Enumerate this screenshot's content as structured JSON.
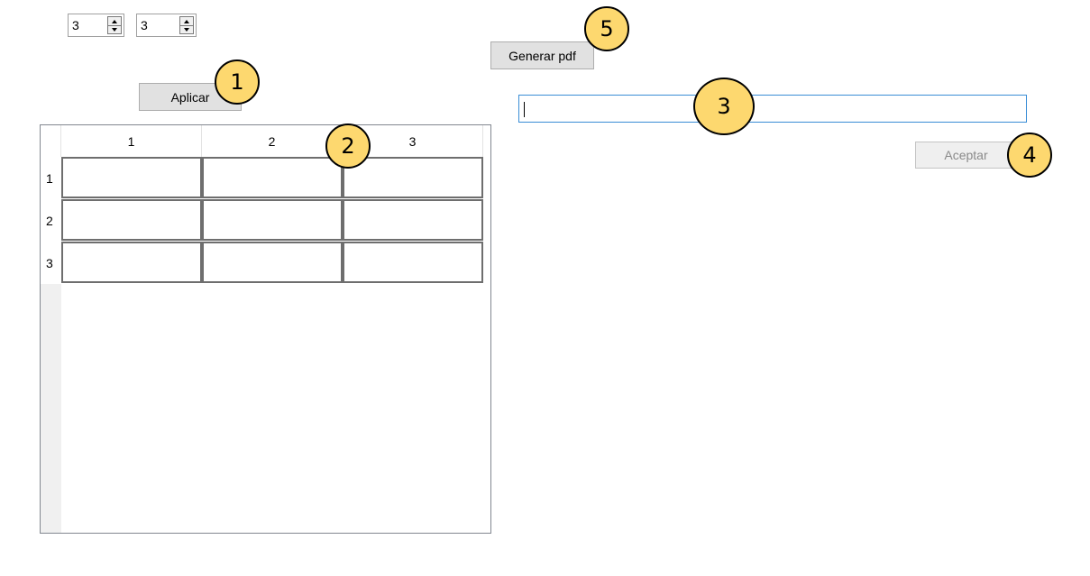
{
  "spinners": [
    {
      "value": "3"
    },
    {
      "value": "3"
    }
  ],
  "buttons": {
    "apply": "Aplicar",
    "pdf": "Generar pdf",
    "accept": "Aceptar"
  },
  "input": {
    "value": ""
  },
  "grid": {
    "columns": [
      "1",
      "2",
      "3"
    ],
    "rows": [
      "1",
      "2",
      "3"
    ]
  },
  "callouts": [
    "1",
    "2",
    "3",
    "4",
    "5"
  ],
  "colors": {
    "callout_fill": "#fdd86f",
    "input_focus_border": "#3a8dd6"
  }
}
